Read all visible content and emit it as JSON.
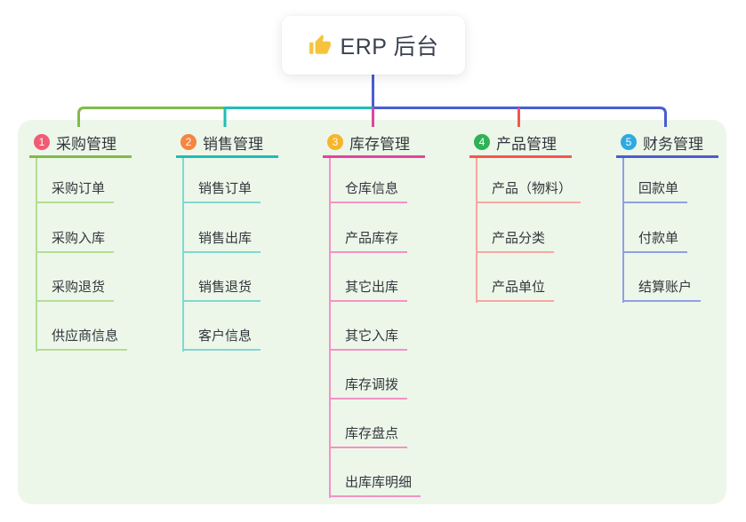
{
  "root": {
    "title": "ERP 后台",
    "icon": "thumbs-up-icon",
    "icon_color": "#f6c43c",
    "line_color": "#4a5dd0"
  },
  "colors": {
    "page_background": "#ffffff",
    "panel_background": "#ecf7e9",
    "text": "#33373d",
    "root_text": "#3a4150"
  },
  "branches": [
    {
      "index": "1",
      "label": "采购管理",
      "badge_color": "#f25b74",
      "line_color": "#82ba47",
      "child_line_color": "#b6dc94",
      "children": [
        "采购订单",
        "采购入库",
        "采购退货",
        "供应商信息"
      ]
    },
    {
      "index": "2",
      "label": "销售管理",
      "badge_color": "#f58540",
      "line_color": "#1fbdb5",
      "child_line_color": "#82d7d0",
      "children": [
        "销售订单",
        "销售出库",
        "销售退货",
        "客户信息"
      ]
    },
    {
      "index": "3",
      "label": "库存管理",
      "badge_color": "#f7b52b",
      "line_color": "#e0459c",
      "child_line_color": "#f492c5",
      "children": [
        "仓库信息",
        "产品库存",
        "其它出库",
        "其它入库",
        "库存调拨",
        "库存盘点",
        "出库库明细"
      ]
    },
    {
      "index": "4",
      "label": "产品管理",
      "badge_color": "#2fb257",
      "line_color": "#f4564f",
      "child_line_color": "#f9a7a1",
      "children": [
        "产品（物料）",
        "产品分类",
        "产品单位"
      ]
    },
    {
      "index": "5",
      "label": "财务管理",
      "badge_color": "#2fa9e0",
      "line_color": "#4a5dd0",
      "child_line_color": "#8ea0e4",
      "children": [
        "回款单",
        "付款单",
        "结算账户"
      ]
    }
  ]
}
